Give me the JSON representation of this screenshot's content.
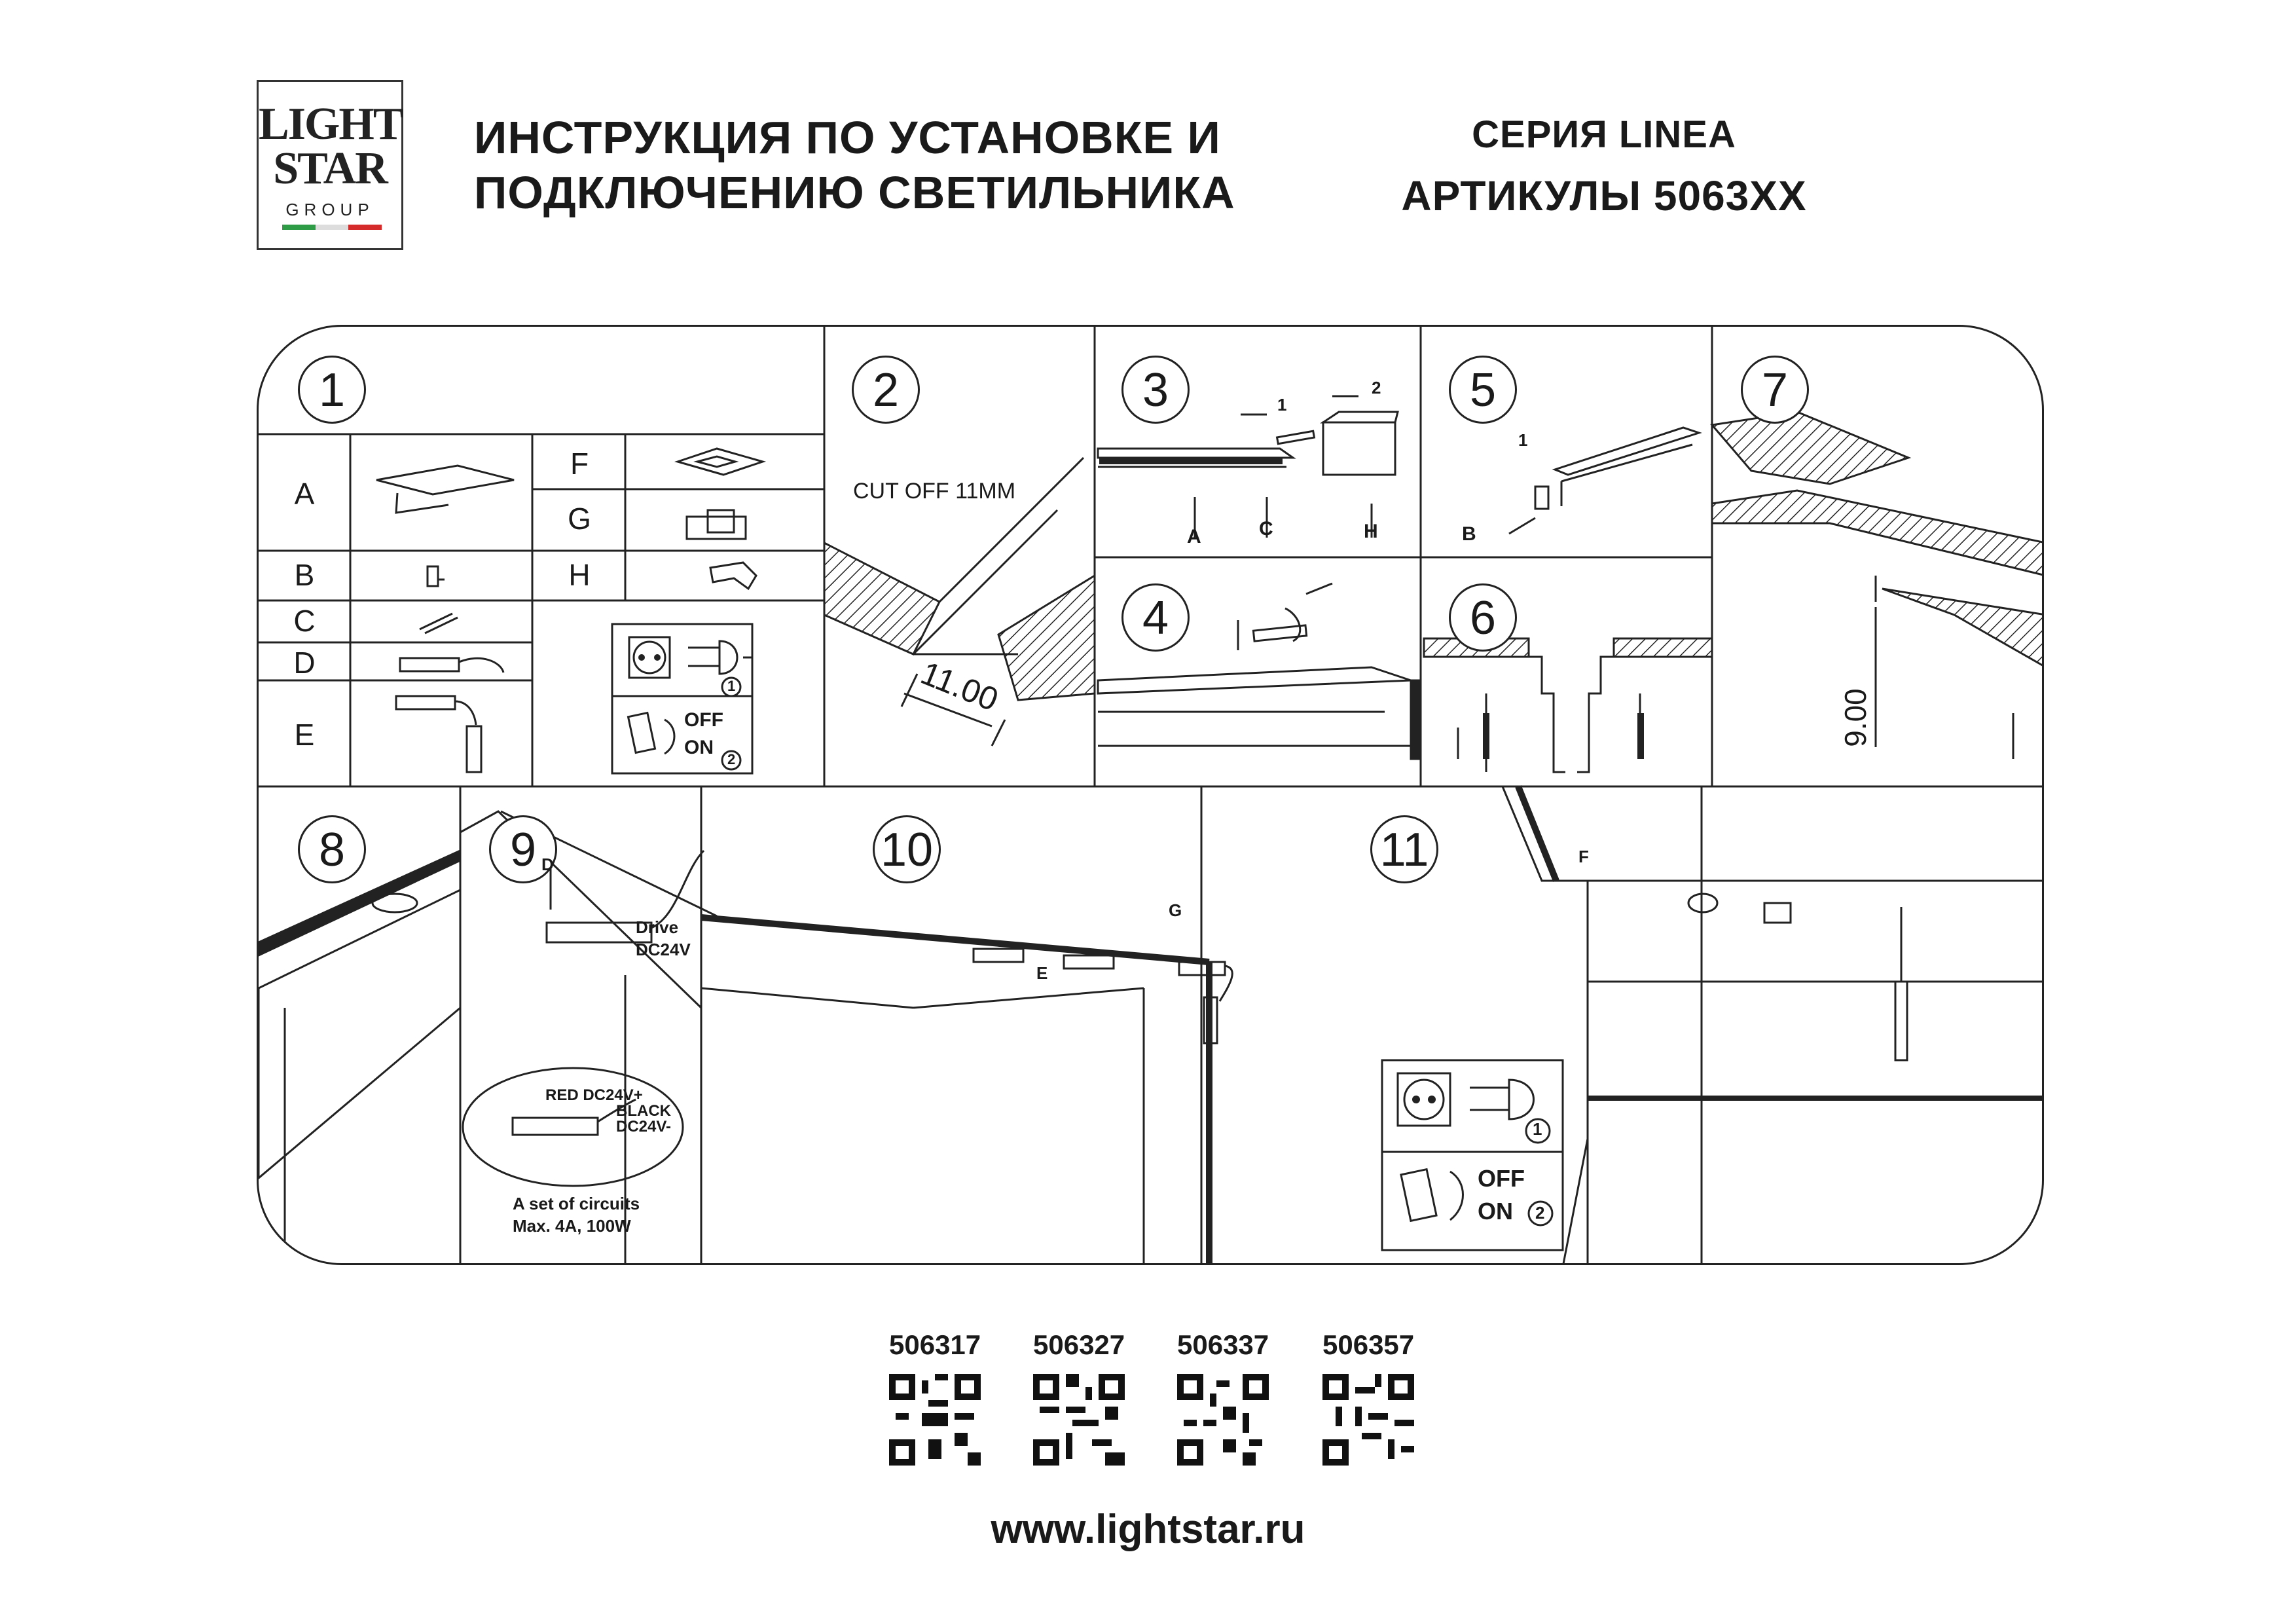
{
  "logo": {
    "line1": "LIGHT",
    "line2": "STAR",
    "line3": "GROUP",
    "flag_colors": [
      "#2e9b46",
      "#ffffff",
      "#d62b2b"
    ]
  },
  "header": {
    "title_line1": "ИНСТРУКЦИЯ ПО УСТАНОВКЕ И",
    "title_line2": "ПОДКЛЮЧЕНИЮ СВЕТИЛЬНИКА",
    "series": "СЕРИЯ LINEA",
    "articles": "АРТИКУЛЫ 5063XX"
  },
  "steps": {
    "s1": "1",
    "s2": "2",
    "s3": "3",
    "s4": "4",
    "s5": "5",
    "s6": "6",
    "s7": "7",
    "s8": "8",
    "s9": "9",
    "s10": "10",
    "s11": "11"
  },
  "parts": {
    "a": "A",
    "b": "B",
    "c": "C",
    "d": "D",
    "e": "E",
    "f": "F",
    "g": "G",
    "h": "H"
  },
  "power": {
    "num1": "1",
    "num2": "2",
    "off": "OFF",
    "on": "ON"
  },
  "step2": {
    "cut": "CUT OFF 11MM",
    "dim": "11.00"
  },
  "step3": {
    "a": "A",
    "c": "C",
    "h": "H",
    "n1": "1",
    "n2": "2"
  },
  "step5": {
    "b": "B",
    "n1": "1"
  },
  "step7": {
    "dim": "9.00"
  },
  "step9": {
    "d": "D",
    "drive1": "Drive",
    "drive2": "DC24V",
    "red": "RED DC24V+",
    "black1": "BLACK",
    "black2": "DC24V-",
    "set1": "A set of circuits",
    "set2": "Max. 4A, 100W"
  },
  "step10": {
    "g": "G",
    "e": "E"
  },
  "step11": {
    "f": "F"
  },
  "codes": [
    "506317",
    "506327",
    "506337",
    "506357"
  ],
  "website": "www.lightstar.ru",
  "colors": {
    "line": "#222222",
    "flag_green": "#2e9b46",
    "flag_red": "#d62b2b"
  }
}
